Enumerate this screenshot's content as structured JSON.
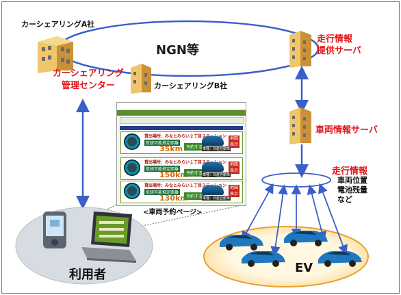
{
  "labels": {
    "companyA": "カーシェアリングA社",
    "network": "NGN等",
    "travelInfoServer": "走行情報\n提供サーバ",
    "managementCenter": "カーシェアリング\n管理センター",
    "companyB": "カーシェアリングB社",
    "vehicleInfoServer": "車両情報サーバ",
    "travelInfo": "走行情報",
    "vehicleDetails": "車両位置\n電池残量\nなど",
    "user": "利用者",
    "ev": "EV",
    "bookingPage": "<車両予約ページ>"
  },
  "booking": {
    "rows": [
      {
        "location": "貸出場所：みなとみらい２丁目ステーション",
        "rangeLabel": "航続可能推定距離",
        "range": "35km",
        "reserve": "予約する",
        "map": "地図表示",
        "model": "車種：日産自動車"
      },
      {
        "location": "貸出場所：みなとみらい１丁目ステーション",
        "rangeLabel": "航続可能推定距離",
        "range": "150km",
        "reserve": "予約する",
        "map": "地図表示",
        "model": "車種：日産自動車"
      },
      {
        "location": "貸出場所：みなとみらい１丁目ステーション",
        "rangeLabel": "航続可能推定距離",
        "range": "130km",
        "reserve": "予約する",
        "map": "地図表示",
        "model": "車種：日産自動車"
      }
    ]
  },
  "colors": {
    "accent": "#e0161b",
    "link": "#3b5fc9",
    "evRing": "#e8a030",
    "screen": "#6b9a2c"
  }
}
